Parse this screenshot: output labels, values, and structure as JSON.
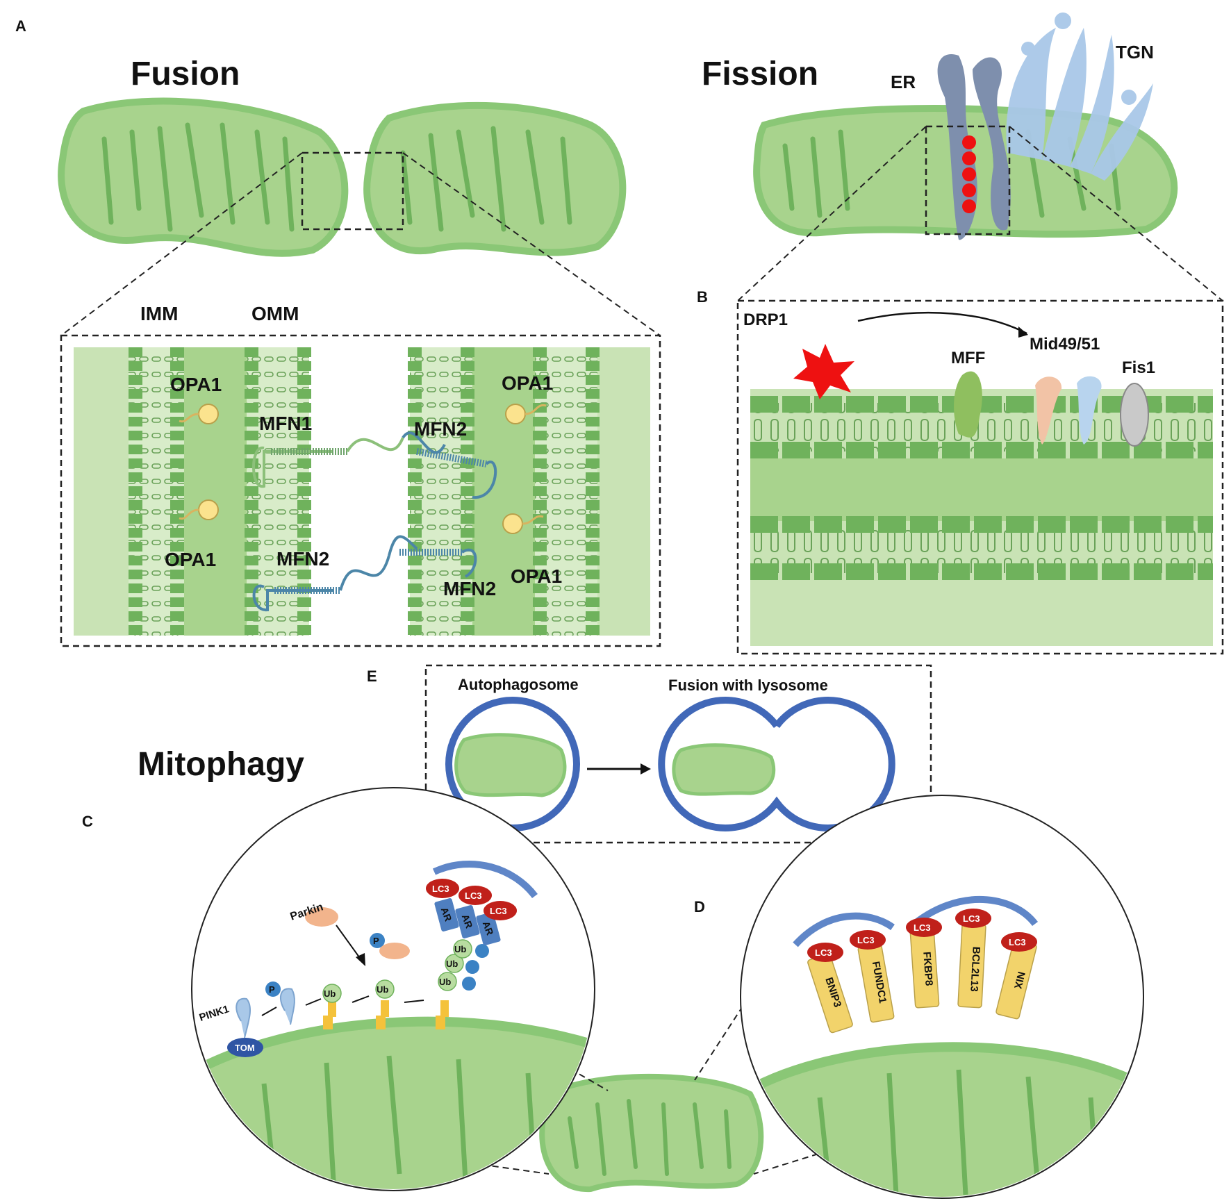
{
  "panels": {
    "a": "A",
    "b": "B",
    "c": "C",
    "d": "D",
    "e": "E"
  },
  "fusion": {
    "title": "Fusion",
    "imm": "IMM",
    "omm": "OMM",
    "opa1_tl": "OPA1",
    "opa1_bl": "OPA1",
    "opa1_tr": "OPA1",
    "opa1_br": "OPA1",
    "mfn1": "MFN1",
    "mfn2_tr": "MFN2",
    "mfn2_bl": "MFN2",
    "mfn2_br": "MFN2"
  },
  "fission": {
    "title": "Fission",
    "er": "ER",
    "tgn": "TGN",
    "drp1": "DRP1",
    "mff": "MFF",
    "mid": "Mid49/51",
    "fis1": "Fis1"
  },
  "mitophagy": {
    "title": "Mitophagy",
    "autophagosome": "Autophagosome",
    "fusion_lysosome": "Fusion with lysosome",
    "pink1": "PINK1",
    "tom": "TOM",
    "parkin": "Parkin",
    "p": "P",
    "ub": "Ub",
    "ar": "AR",
    "lc3": "LC3",
    "receptors": [
      "BNIP3",
      "FUNDC1",
      "FKBP8",
      "BCL2L13",
      "NIX"
    ]
  },
  "colors": {
    "mito_fill": "#a8d38d",
    "mito_edge": "#6fb25c",
    "membrane": "#7fbf6a",
    "drp1": "#ee1111",
    "autophagosome": "#4168b8",
    "lc3": "#c0201a",
    "receptor": "#f2d36b"
  }
}
